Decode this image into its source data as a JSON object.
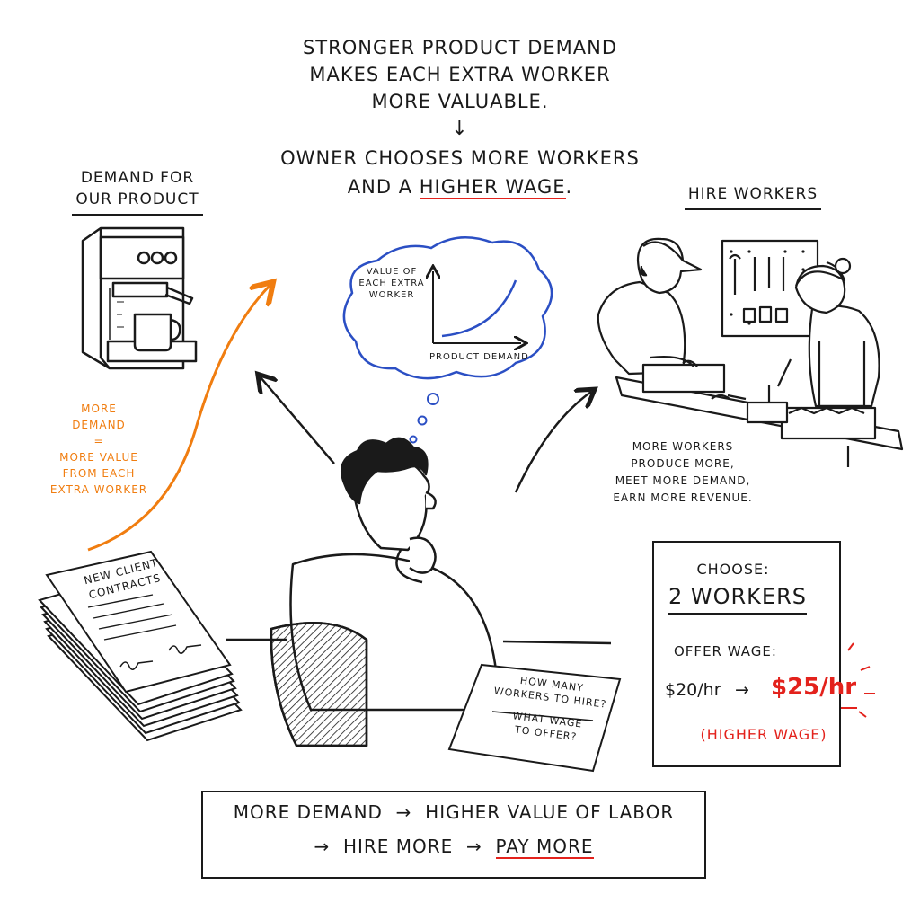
{
  "top_caption": {
    "lines": [
      "STRONGER PRODUCT DEMAND",
      "MAKES EACH EXTRA WORKER",
      "MORE VALUABLE."
    ],
    "arrow": "↓",
    "result_line1": "OWNER CHOOSES MORE WORKERS",
    "result_line2_prefix": "AND A",
    "result_line2_highlight": "HIGHER WAGE",
    "result_line2_suffix": "."
  },
  "demand_label": [
    "DEMAND FOR",
    "OUR PRODUCT"
  ],
  "hire_label": "HIRE WORKERS",
  "thought_chart": {
    "ylabel": [
      "VALUE OF",
      "EACH EXTRA",
      "WORKER"
    ],
    "xlabel": "PRODUCT DEMAND"
  },
  "orange_note": [
    "MORE",
    "DEMAND",
    "=",
    "MORE VALUE",
    "FROM EACH",
    "EXTRA WORKER"
  ],
  "workers_note": [
    "MORE WORKERS",
    "PRODUCE MORE,",
    "MEET MORE DEMAND,",
    "EARN MORE REVENUE."
  ],
  "contracts": {
    "title": [
      "NEW CLIENT",
      "CONTRACTS"
    ]
  },
  "desk_note": {
    "q1": [
      "HOW MANY",
      "WORKERS TO HIRE?"
    ],
    "q2": [
      "WHAT WAGE",
      "TO OFFER?"
    ]
  },
  "choice_box": {
    "title": "CHOOSE:",
    "workers": "2 WORKERS",
    "offer_label": "OFFER WAGE:",
    "old_wage": "$20/hr",
    "arrow": "→",
    "new_wage": "$25/hr",
    "note": "(HIGHER WAGE)"
  },
  "summary": {
    "line1": [
      "MORE DEMAND",
      "→",
      "HIGHER VALUE OF LABOR"
    ],
    "line2_arrow1": "→",
    "line2_hire": "HIRE MORE",
    "line2_arrow2": "→",
    "line2_pay": "PAY MORE"
  },
  "colors": {
    "ink": "#1a1a1a",
    "red": "#e3221c",
    "orange": "#f07d10",
    "blue": "#2b4fc4"
  }
}
